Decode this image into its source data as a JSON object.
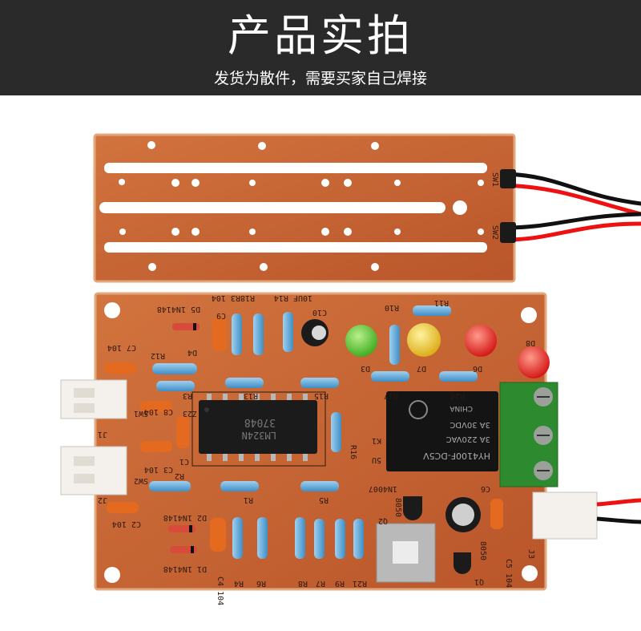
{
  "banner": {
    "title": "产品实拍",
    "subtitle": "发货为散件，需要买家自己焊接"
  },
  "colors": {
    "banner_bg": "#2a2a2a",
    "pcb": "#c9622f",
    "pcb_edge": "#e7b48c",
    "relay": "#1a1a1a",
    "terminal": "#2f8a2f",
    "led_green": "#4dbb2b",
    "led_yellow": "#e6c21a",
    "led_red": "#e01e1e"
  },
  "board_top": {
    "labels": {
      "sw1": "SW1",
      "sw2": "SW2"
    }
  },
  "board_bottom": {
    "labels": {
      "r18r3": "R18R3 104",
      "r14": "10UF R14",
      "d5": "D5 1N4148",
      "c9": "C9",
      "c10": "C10",
      "r10": "R10",
      "r11": "R11",
      "c7": "C7 104",
      "r12": "R12",
      "d4": "D4",
      "d3": "D3",
      "d7": "D7",
      "d6": "D6",
      "d8": "D8",
      "r13": "R13",
      "r15": "R15",
      "r17": "R17",
      "r20": "R20",
      "r3": "R3",
      "c8": "C8 104",
      "z23": "Z23",
      "r16": "R16",
      "j1": "J1",
      "sw1": "SW1",
      "c1": "C1",
      "c3": "C3 104",
      "sw2": "SW2",
      "j2": "J2",
      "r2": "R2",
      "r1": "R1",
      "r5": "R5",
      "k1": "K1",
      "u5": "5U",
      "in4007": "1N4007",
      "c2": "C2 104",
      "d2": "D2 1N4148",
      "d1": "D1 1N4148",
      "c4": "C4 104",
      "r4": "R4",
      "r6": "R6",
      "r8": "R8",
      "r7": "R7",
      "r9": "R9",
      "r21": "R21",
      "q2": "Q2",
      "q1": "Q1",
      "s8050a": "8050",
      "s8050b": "8050",
      "c5": "C5 104",
      "c6": "C6",
      "j3": "J3",
      "ic_mark": "37048",
      "ic_code": "LM324N"
    },
    "relay": {
      "brand": "CHINA",
      "model": "HY4100F-DC5V",
      "rating1": "3A 220VAC",
      "rating2": "3A 30VDC"
    }
  }
}
